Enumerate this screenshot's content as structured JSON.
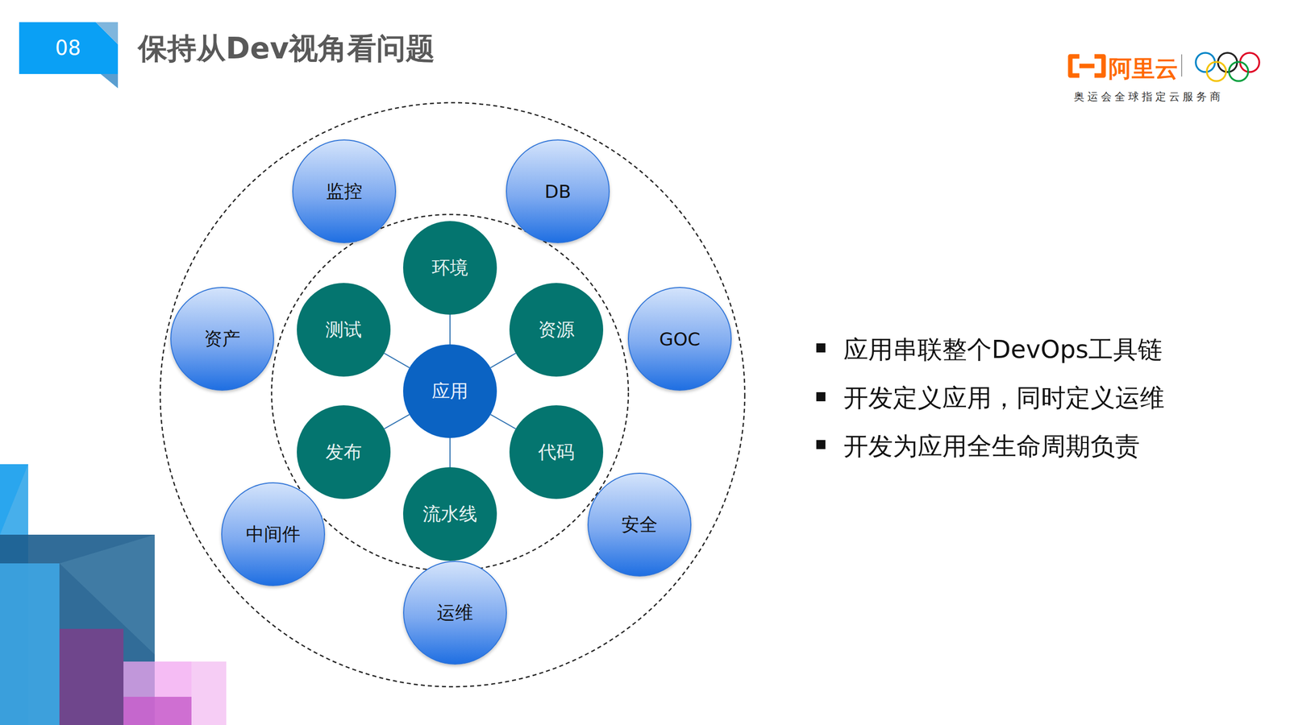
{
  "diagram": {
    "title": "保持从Dev视角看问题",
    "nodes": [
      {
        "text": [
          "监控"
        ]
      },
      {
        "text": [
          "DB"
        ]
      },
      {
        "text": [
          "环境"
        ]
      },
      {
        "text": [
          "测试"
        ]
      },
      {
        "text": [
          "资源"
        ]
      },
      {
        "text": [
          "资产"
        ]
      },
      {
        "text": [
          "GOC"
        ]
      },
      {
        "text": [
          "应用"
        ]
      },
      {
        "text": [
          "发布"
        ]
      },
      {
        "text": [
          "代码"
        ]
      },
      {
        "text": [
          "流水线"
        ]
      },
      {
        "text": [
          "中间件"
        ]
      },
      {
        "text": [
          "安全"
        ]
      },
      {
        "text": [
          "运维"
        ]
      }
    ],
    "edges": [
      {
        "from": 7,
        "to": 2,
        "arrow": "none"
      },
      {
        "from": 7,
        "to": 4,
        "arrow": "none"
      },
      {
        "from": 7,
        "to": 9,
        "arrow": "none"
      },
      {
        "from": 7,
        "to": 10,
        "arrow": "none"
      },
      {
        "from": 7,
        "to": 8,
        "arrow": "none"
      },
      {
        "from": 7,
        "to": 3,
        "arrow": "none"
      }
    ],
    "labels": [
      "08",
      "阿里云",
      "奥运会全球指定云服务商",
      "应用串联整个DevOps工具链",
      "开发定义应用，同时定义运维",
      "开发为应用全生命周期负责"
    ]
  }
}
